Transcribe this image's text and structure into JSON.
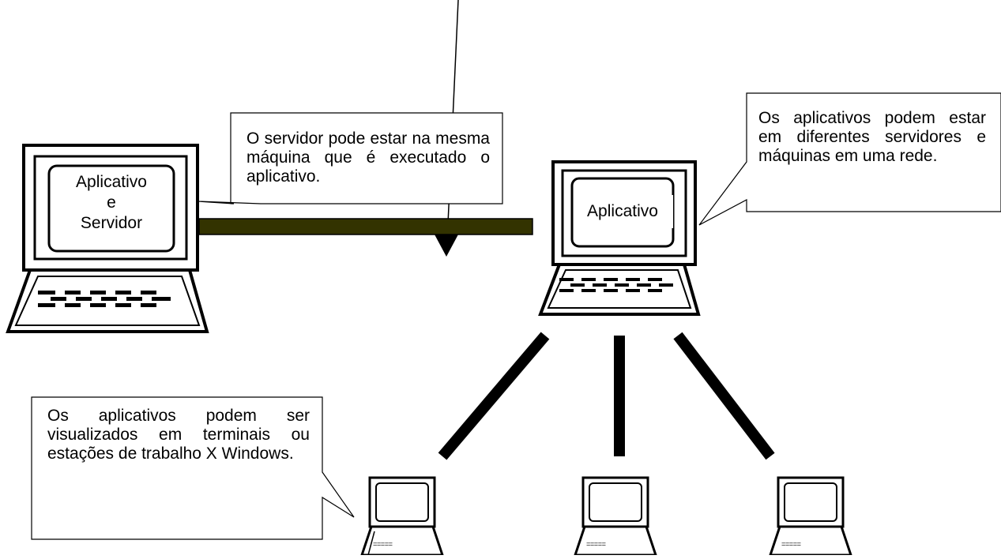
{
  "computers": {
    "main_server": {
      "screen_lines": [
        "Aplicativo",
        "e",
        "Servidor"
      ]
    },
    "app_host": {
      "screen_label": "Aplicativo"
    }
  },
  "callouts": {
    "same_machine": "O servidor pode estar na mesma máquina  que é executado o aplicativo.",
    "different_servers": "Os aplicativos podem estar em diferentes servidores e máquinas em uma rede.",
    "terminals": "Os aplicativos podem ser visualizados em terminais ou estações de trabalho X Windows."
  },
  "colors": {
    "line": "#000000",
    "connector_bar": "#333300",
    "background": "#ffffff"
  }
}
